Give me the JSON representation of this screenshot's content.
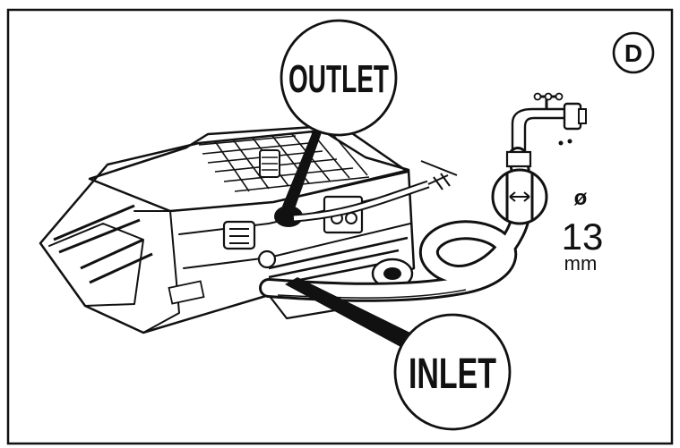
{
  "figure": {
    "panel_letter": "D",
    "outlet_label": "OUTLET",
    "inlet_label": "INLET",
    "diameter_symbol": "ø",
    "diameter_value": "13",
    "diameter_unit": "mm"
  }
}
